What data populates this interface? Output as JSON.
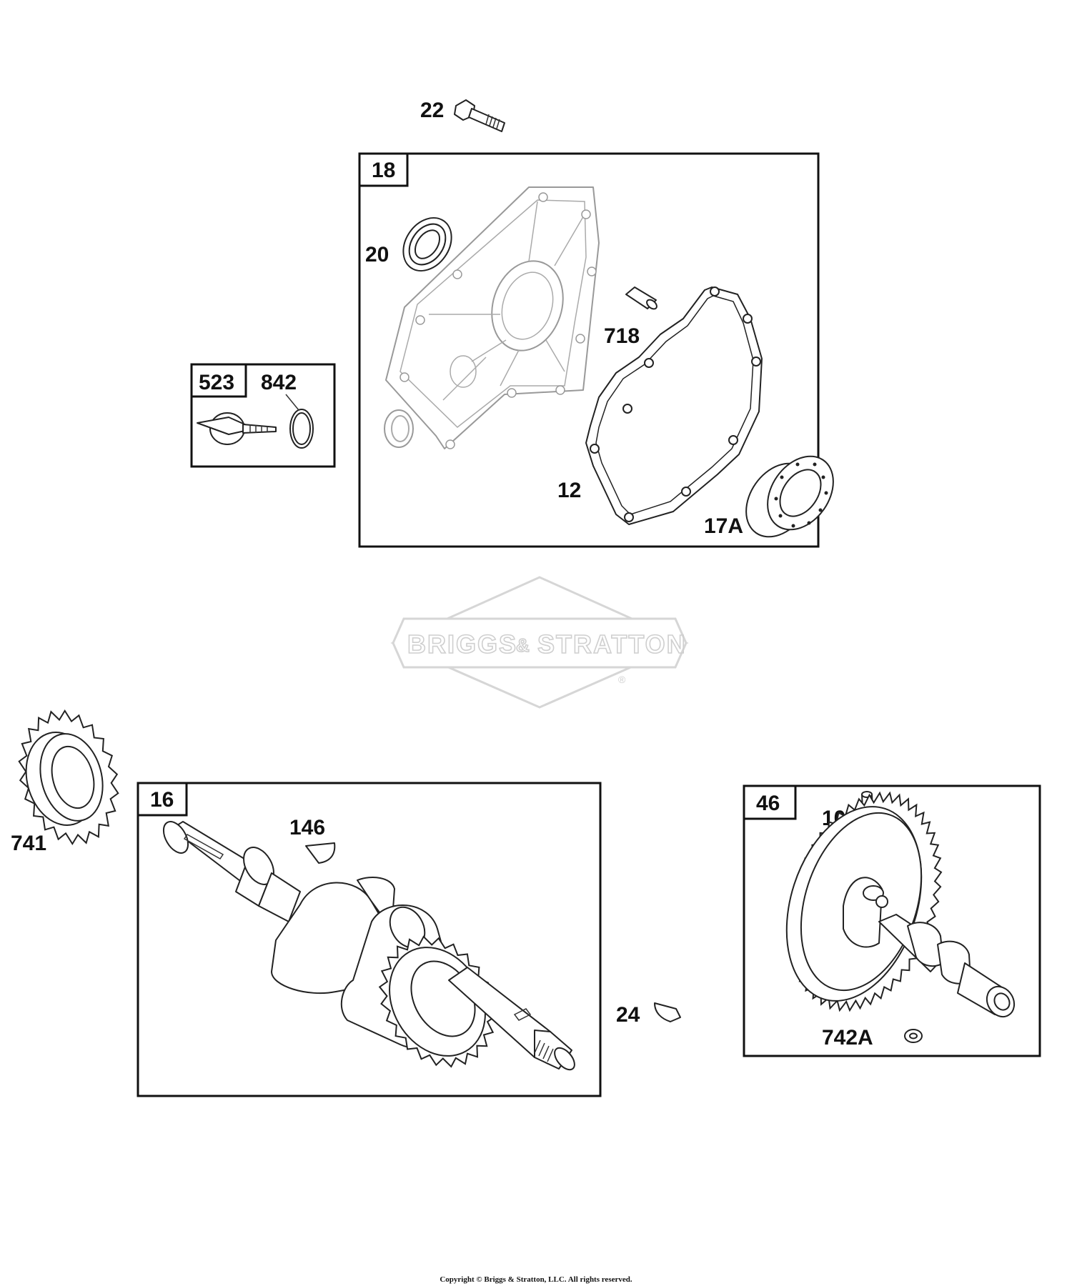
{
  "callouts": {
    "p22": "22",
    "p18": "18",
    "p20": "20",
    "p718": "718",
    "p12": "12",
    "p17a": "17A",
    "p523": "523",
    "p842": "842",
    "p741": "741",
    "p16": "16",
    "p146": "146",
    "p24": "24",
    "p46": "46",
    "p101": "101",
    "p742a": "742A"
  },
  "watermark": {
    "left": "BRIGGS",
    "amp": "&",
    "right": "STRATTON",
    "reg": "®"
  },
  "footer": {
    "copyright": "Copyright © Briggs & Stratton, LLC. All rights reserved."
  }
}
